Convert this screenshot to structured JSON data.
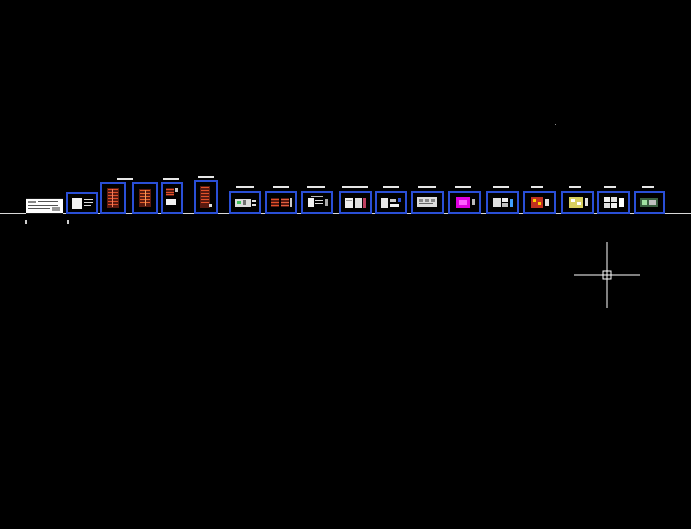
{
  "canvas": {
    "background_color": "#000000",
    "frame_color": "#2a4fd6",
    "line_color": "#d8d8d8"
  },
  "cursor": {
    "icon": "crosshair-cursor-icon",
    "color": "#ffffff"
  },
  "sheets": [
    {
      "name": "title-block-sheet",
      "style": "white-block"
    },
    {
      "name": "cover-sheet",
      "style": "white-plan"
    },
    {
      "name": "schedule-sheet-1",
      "style": "red-table"
    },
    {
      "name": "schedule-sheet-2",
      "style": "red-table"
    },
    {
      "name": "schedule-sheet-3",
      "style": "red-table"
    },
    {
      "name": "schedule-sheet-4",
      "style": "red-table"
    },
    {
      "name": "plan-sheet-1",
      "style": "mixed-plan"
    },
    {
      "name": "plan-sheet-2",
      "style": "red-plan"
    },
    {
      "name": "plan-sheet-3",
      "style": "white-plan"
    },
    {
      "name": "plan-sheet-4",
      "style": "mixed-plan"
    },
    {
      "name": "plan-sheet-5",
      "style": "white-plan"
    },
    {
      "name": "plan-sheet-6",
      "style": "white-plan"
    },
    {
      "name": "plan-sheet-7",
      "style": "magenta-plan"
    },
    {
      "name": "plan-sheet-8",
      "style": "mixed-plan"
    },
    {
      "name": "plan-sheet-9",
      "style": "red-plan"
    },
    {
      "name": "plan-sheet-10",
      "style": "yellow-plan"
    },
    {
      "name": "plan-sheet-11",
      "style": "white-plan"
    },
    {
      "name": "plan-sheet-12",
      "style": "green-plan"
    }
  ]
}
